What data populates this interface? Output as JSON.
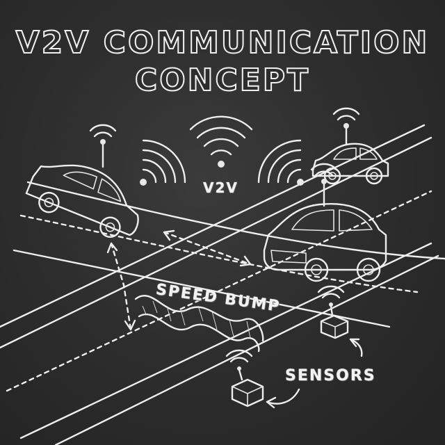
{
  "title": {
    "line1": "V2V COMMUNICATION",
    "line2": "CONCEPT"
  },
  "labels": {
    "v2v": "V2V",
    "speed_bump": "SPEED BUMP",
    "sensors": "SENSORS"
  },
  "icons": [
    "car-icon",
    "antenna-icon",
    "wifi-signal-icon",
    "sensor-box-icon",
    "arrow-icon"
  ],
  "colors": {
    "background": "#2e2e2e",
    "chalk": "#eeeeee"
  }
}
